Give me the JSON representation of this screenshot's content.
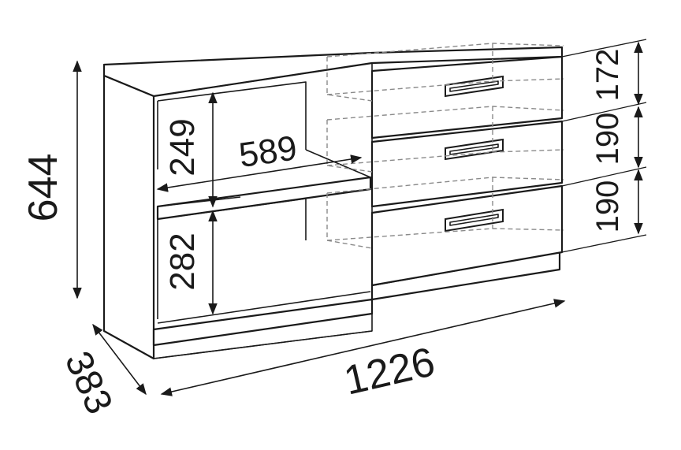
{
  "dimensions": {
    "total_height": "644",
    "depth": "383",
    "total_width": "1226",
    "shelf_width": "589",
    "upper_shelf_height": "249",
    "lower_shelf_height": "282",
    "drawer_1_height": "172",
    "drawer_2_height": "190",
    "drawer_3_height": "190"
  },
  "colors": {
    "line": "#1a1a1a",
    "hidden_line": "#8a8a8a",
    "background": "#ffffff"
  }
}
